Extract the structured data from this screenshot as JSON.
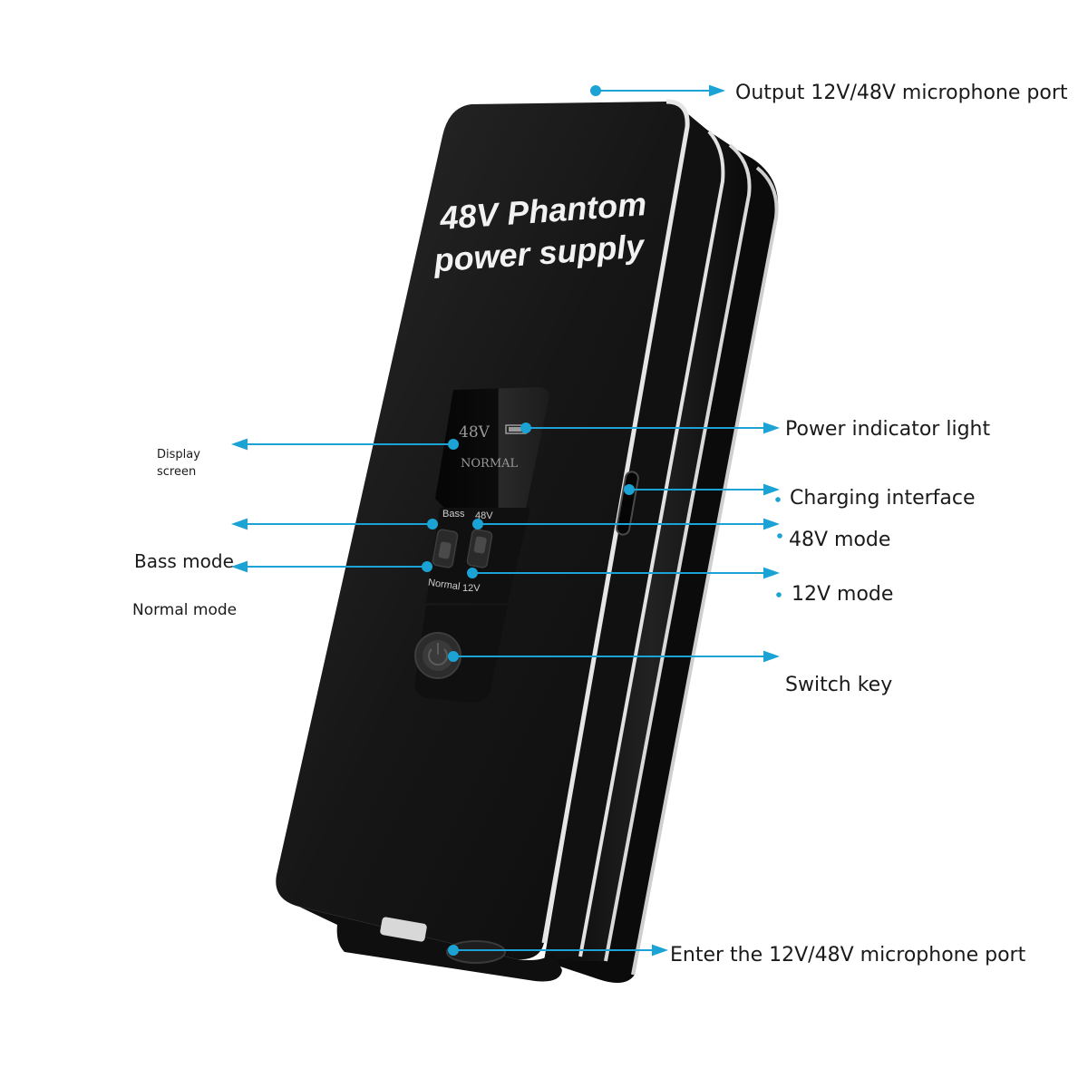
{
  "device": {
    "title_line1": "48V Phantom",
    "title_line2": "power supply",
    "screen_voltage": "48V",
    "screen_mode": "NORMAL",
    "switch_left_top": "Bass",
    "switch_left_bottom": "Normal",
    "switch_right_top": "48V",
    "switch_right_bottom": "12V"
  },
  "callouts": {
    "output_port": "Output 12V/48V microphone port",
    "power_indicator": "Power indicator light",
    "display_screen_line1": "Display",
    "display_screen_line2": "screen",
    "charging_interface": "Charging interface",
    "mode_48v": "48V mode",
    "bass_mode": "Bass mode",
    "mode_12v": "12V mode",
    "normal_mode": "Normal mode",
    "switch_key": "Switch key",
    "input_port": "Enter the 12V/48V microphone port"
  },
  "colors": {
    "accent": "#1aa3d4",
    "body": "#141414",
    "edge": "#d9d9d9",
    "screen_text": "#9a9a9a"
  }
}
